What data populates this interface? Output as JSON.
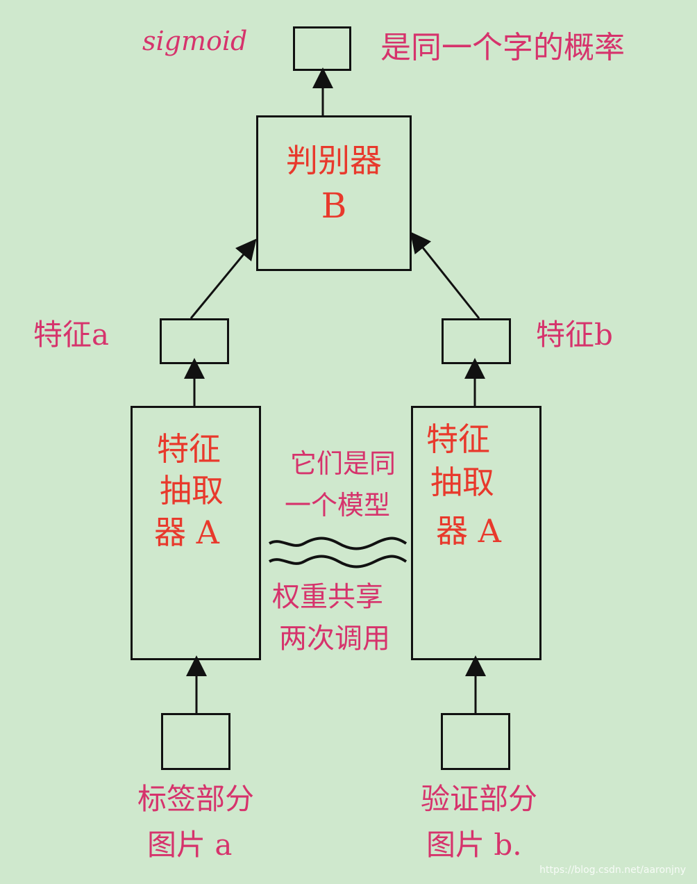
{
  "top_label_left": "sigmoid",
  "top_label_right": "是同一个字的概率",
  "discriminator": {
    "line1": "判别器",
    "line2": "B"
  },
  "feature_a_label": "特征a",
  "feature_b_label": "特征b",
  "extractor_left": {
    "line1": "特征",
    "line2": "抽取",
    "line3": "器 A"
  },
  "extractor_right": {
    "line1": "特征",
    "line2": "抽取",
    "line3": "器 A"
  },
  "middle_note_top": {
    "line1": "它们是同",
    "line2": "一个模型"
  },
  "middle_note_bottom": {
    "line1": "权重共享",
    "line2": "两次调用"
  },
  "input_a_label": {
    "line1": "标签部分",
    "line2": "图片 a"
  },
  "input_b_label": {
    "line1": "验证部分",
    "line2": "图片 b."
  },
  "watermark": "https://blog.csdn.net/aaronjny",
  "colors": {
    "background": "#cfe8cd",
    "red": "#e8392c",
    "magenta": "#d6336c",
    "ink": "#111111"
  }
}
